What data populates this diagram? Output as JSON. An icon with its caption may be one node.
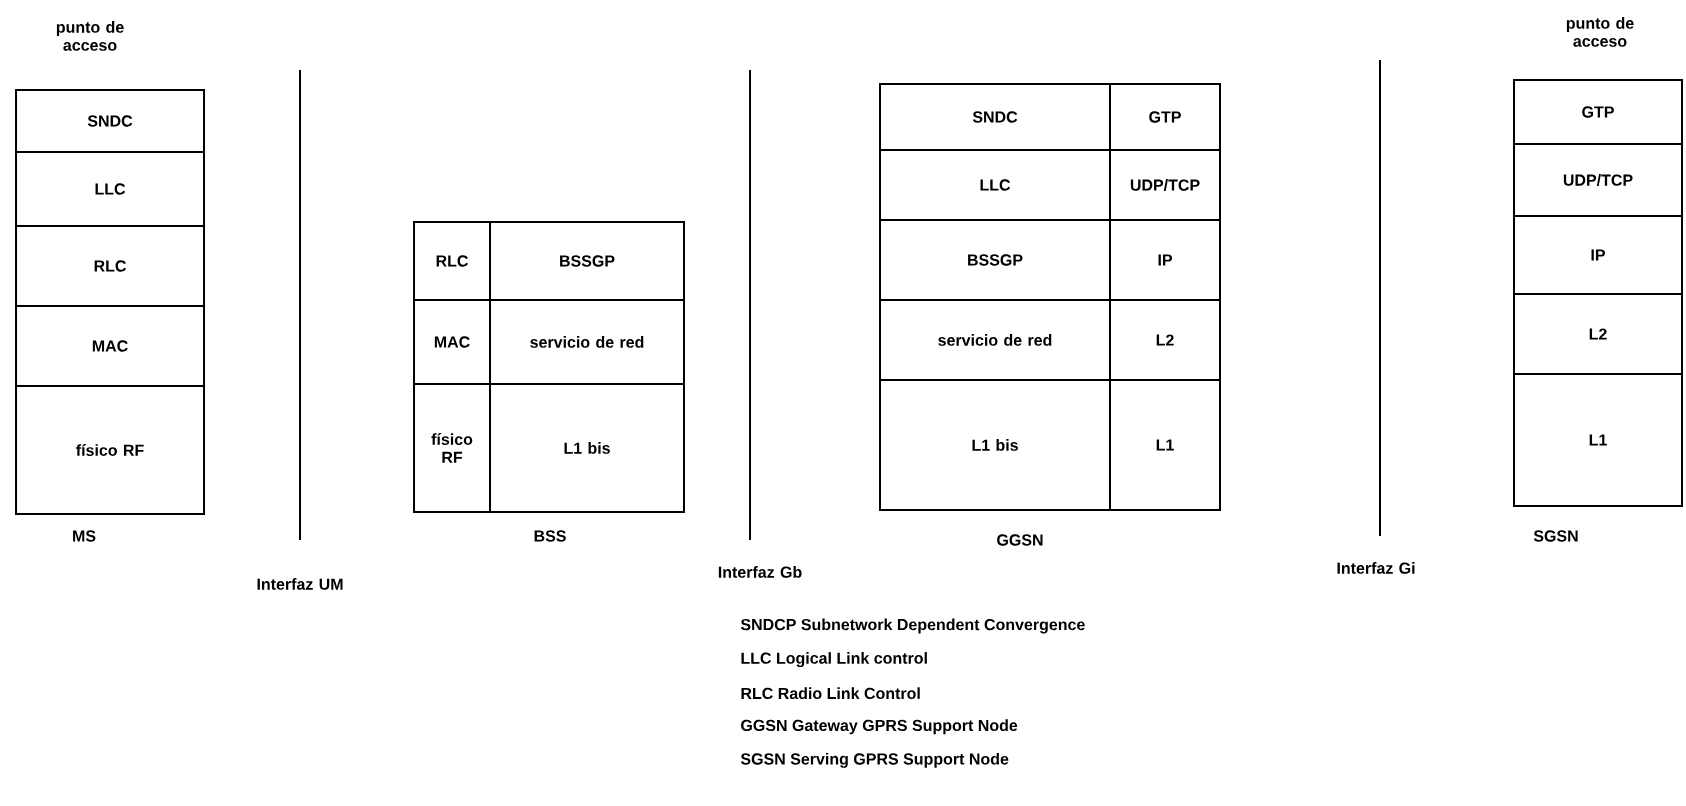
{
  "diagram": {
    "nodes": [
      {
        "text": [
          "SNDC"
        ]
      },
      {
        "text": [
          "LLC"
        ]
      },
      {
        "text": [
          "RLC"
        ]
      },
      {
        "text": [
          "MAC"
        ]
      },
      {
        "text": [
          "físico RF"
        ]
      },
      {
        "text": [
          "RLC"
        ]
      },
      {
        "text": [
          "BSSGP"
        ]
      },
      {
        "text": [
          "MAC"
        ]
      },
      {
        "text": [
          "servicio de red"
        ]
      },
      {
        "text": [
          "físico RF"
        ]
      },
      {
        "text": [
          "L1 bis"
        ]
      },
      {
        "text": [
          "SNDC"
        ]
      },
      {
        "text": [
          "GTP"
        ]
      },
      {
        "text": [
          "LLC"
        ]
      },
      {
        "text": [
          "UDP/TCP"
        ]
      },
      {
        "text": [
          "BSSGP"
        ]
      },
      {
        "text": [
          "IP"
        ]
      },
      {
        "text": [
          "servicio de red"
        ]
      },
      {
        "text": [
          "L2"
        ]
      },
      {
        "text": [
          "L1 bis"
        ]
      },
      {
        "text": [
          "L1"
        ]
      },
      {
        "text": [
          "GTP"
        ]
      },
      {
        "text": [
          "UDP/TCP"
        ]
      },
      {
        "text": [
          "IP"
        ]
      },
      {
        "text": [
          "L2"
        ]
      },
      {
        "text": [
          "L1"
        ]
      }
    ],
    "labels": [
      "punto de acceso",
      "punto de acceso",
      "MS",
      "Interfaz UM",
      "BSS",
      "Interfaz Gb",
      "GGSN",
      "Interfaz Gi",
      "SGSN",
      "SNDCP Subnetwork Dependent Convergence",
      "LLC Logical Link control",
      "RLC Radio Link Control",
      "GGSN Gateway GPRS Support Node",
      "SGSN Serving GPRS Support Node"
    ]
  }
}
